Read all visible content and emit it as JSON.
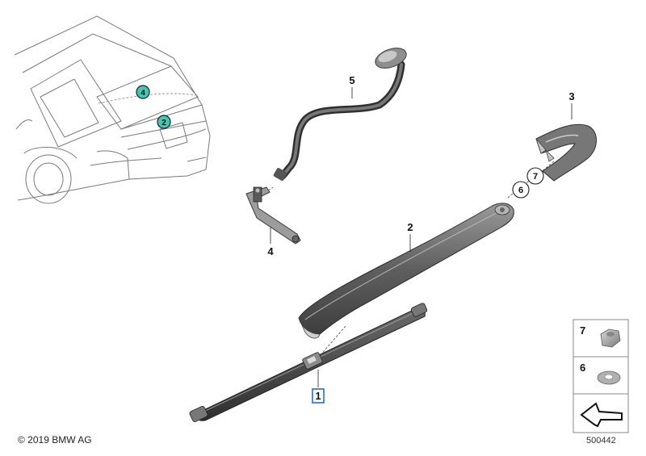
{
  "copyright": "© 2019 BMW AG",
  "document_number": "500442",
  "accent_color": "#3fc9b4",
  "highlight_color": "#1f6fd1",
  "car_badges": [
    {
      "label": "4"
    },
    {
      "label": "2"
    }
  ],
  "callouts": {
    "part1": "1",
    "part2": "2",
    "part3": "3",
    "part4": "4",
    "part5": "5",
    "part6": "6",
    "part7": "7"
  },
  "legend": [
    {
      "label": "7",
      "icon": "hex-nut-icon"
    },
    {
      "label": "6",
      "icon": "washer-icon"
    },
    {
      "label": "",
      "icon": "bracket-profile-icon"
    }
  ]
}
